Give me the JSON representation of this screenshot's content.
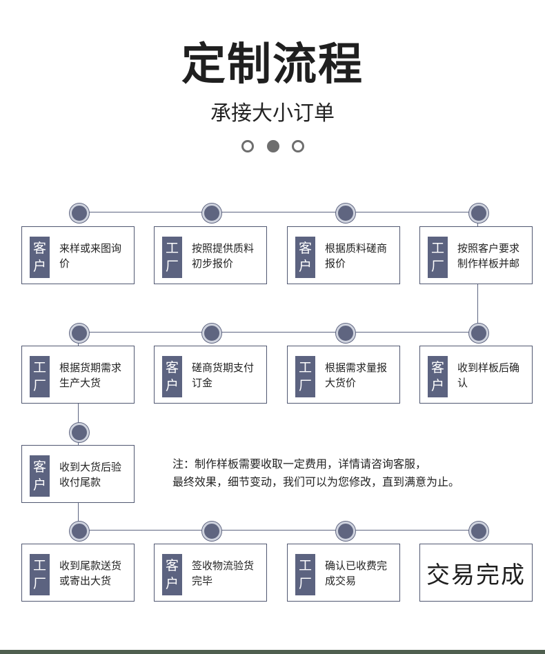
{
  "title": "定制流程",
  "subtitle": "承接大小订单",
  "pager": {
    "count": 3,
    "active_index": 1
  },
  "steps": [
    {
      "tag": "客\n户",
      "text": "来样或来图询价"
    },
    {
      "tag": "工\n厂",
      "text": "按照提供质料初步报价"
    },
    {
      "tag": "客\n户",
      "text": "根据质料磋商报价"
    },
    {
      "tag": "工\n厂",
      "text": "按照客户要求制作样板并邮"
    },
    {
      "tag": "工\n厂",
      "text": "根据货期需求生产大货"
    },
    {
      "tag": "客\n户",
      "text": "磋商货期支付订金"
    },
    {
      "tag": "工\n厂",
      "text": "根据需求量报大货价"
    },
    {
      "tag": "客\n户",
      "text": "收到样板后确认"
    },
    {
      "tag": "客\n户",
      "text": "收到大货后验收付尾款"
    },
    {
      "tag": "工\n厂",
      "text": "收到尾款送货或寄出大货"
    },
    {
      "tag": "客\n户",
      "text": "签收物流验货完毕"
    },
    {
      "tag": "工\n厂",
      "text": "确认已收费完成交易"
    }
  ],
  "final_step": "交易完成",
  "note": {
    "line1": "注：制作样板需要收取一定费用，详情请咨询客服，",
    "line2": "最终效果，细节变动，我们可以为您修改，直到满意为止。"
  },
  "colors": {
    "accent": "#5c6380",
    "node_ring": "#cfd3de",
    "border": "#4f5670"
  }
}
